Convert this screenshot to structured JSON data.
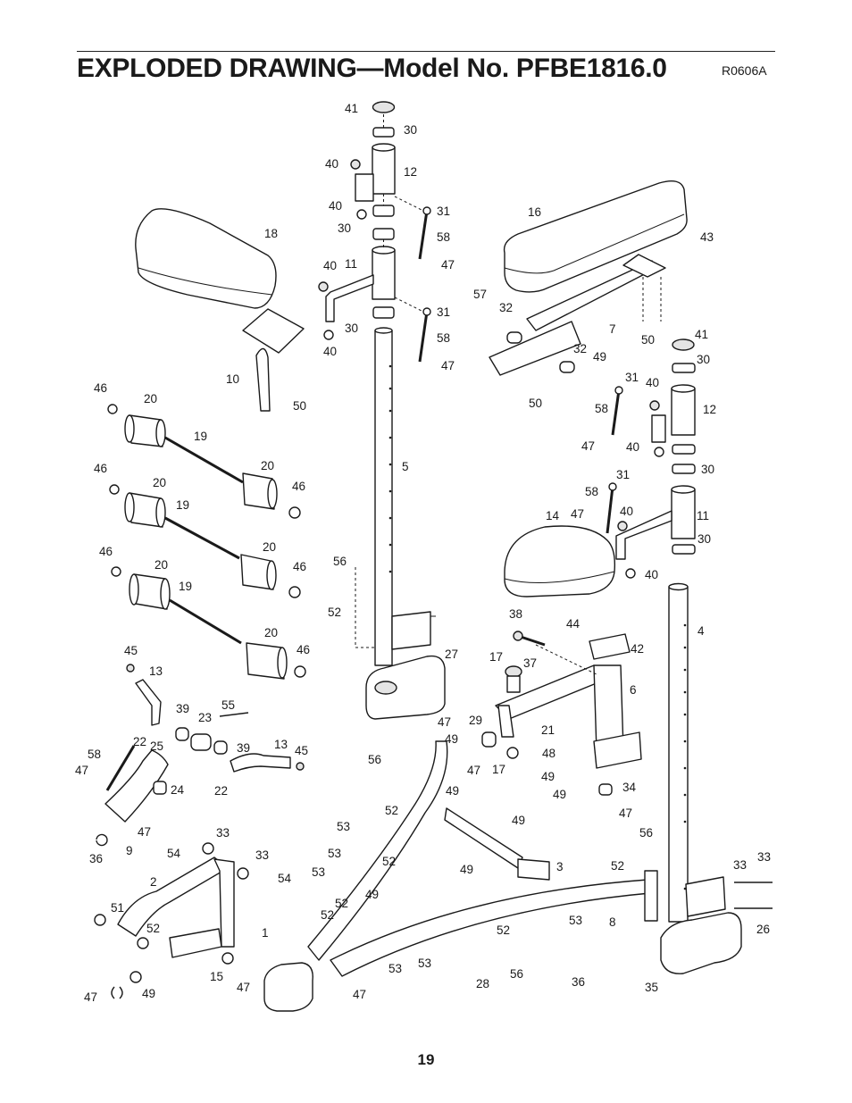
{
  "header": {
    "title": "EXPLODED DRAWING—Model No. PFBE1816.0",
    "code": "R0606A"
  },
  "page_number": "19",
  "callouts": [
    "41",
    "30",
    "40",
    "12",
    "40",
    "31",
    "30",
    "58",
    "40",
    "11",
    "47",
    "31",
    "30",
    "58",
    "40",
    "47",
    "18",
    "10",
    "50",
    "46",
    "20",
    "19",
    "46",
    "20",
    "20",
    "46",
    "19",
    "46",
    "20",
    "20",
    "46",
    "19",
    "20",
    "46",
    "16",
    "43",
    "57",
    "32",
    "7",
    "50",
    "41",
    "30",
    "32",
    "49",
    "50",
    "31",
    "40",
    "58",
    "12",
    "47",
    "40",
    "31",
    "30",
    "58",
    "47",
    "40",
    "11",
    "14",
    "30",
    "40",
    "56",
    "52",
    "5",
    "27",
    "38",
    "47",
    "44",
    "42",
    "17",
    "37",
    "6",
    "4",
    "45",
    "13",
    "39",
    "23",
    "55",
    "22",
    "25",
    "58",
    "47",
    "29",
    "21",
    "48",
    "49",
    "56",
    "49",
    "47",
    "17",
    "49",
    "49",
    "34",
    "47",
    "39",
    "13",
    "45",
    "22",
    "24",
    "9",
    "47",
    "36",
    "53",
    "52",
    "49",
    "53",
    "52",
    "49",
    "3",
    "33",
    "54",
    "33",
    "54",
    "53",
    "52",
    "49",
    "56",
    "52",
    "8",
    "33",
    "33",
    "2",
    "51",
    "52",
    "52",
    "1",
    "52",
    "53",
    "53",
    "53",
    "28",
    "56",
    "36",
    "35",
    "26",
    "15",
    "49",
    "47",
    "47",
    "47"
  ]
}
